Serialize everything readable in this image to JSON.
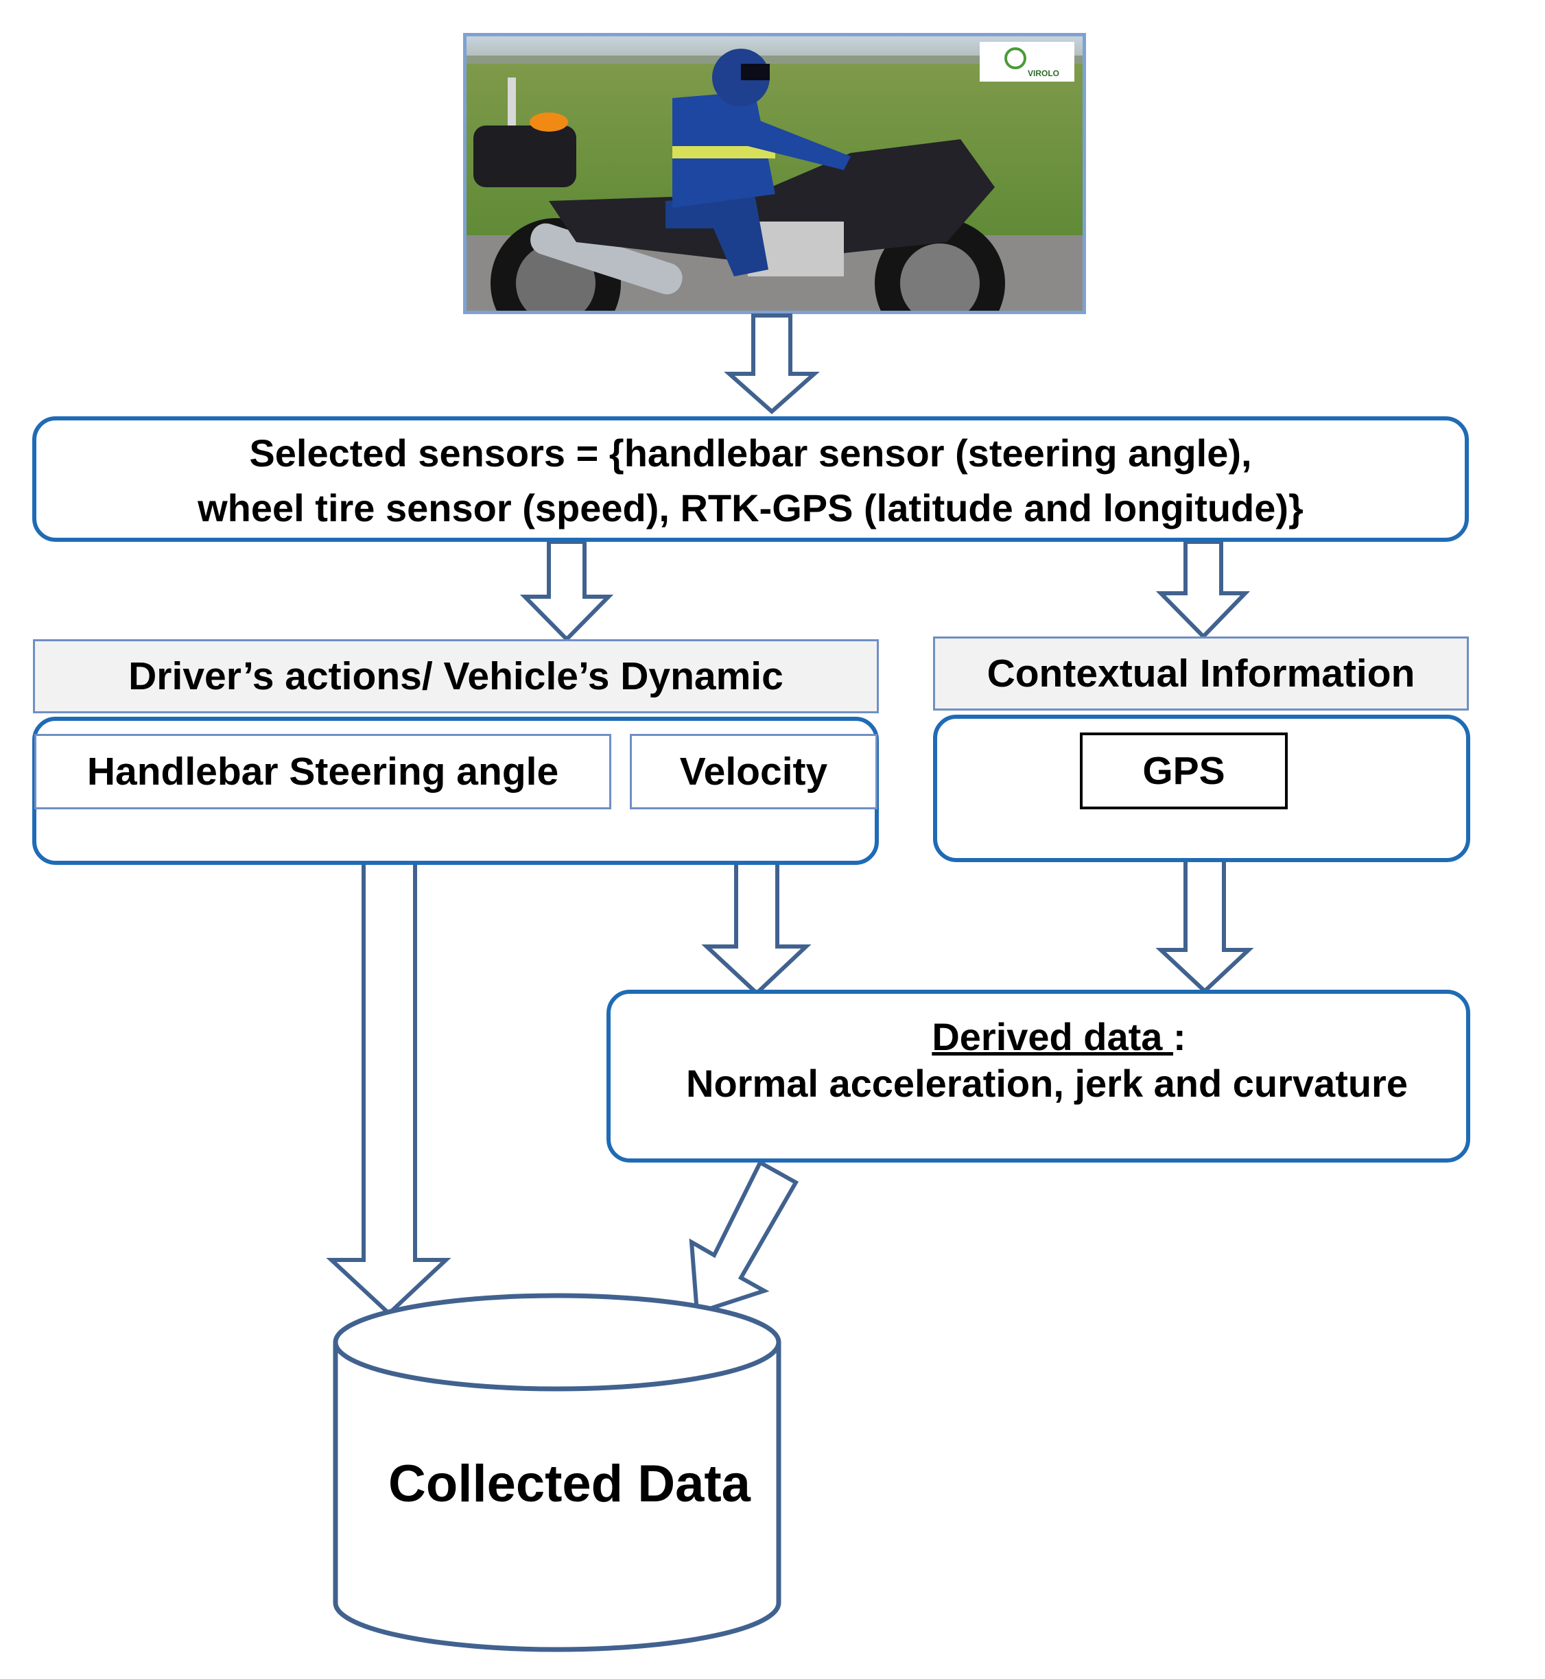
{
  "photo": {
    "logo_text": "VIROLO"
  },
  "sensors_box": {
    "line1": "Selected sensors = {handlebar sensor (steering angle),",
    "line2": "wheel tire sensor (speed), RTK-GPS (latitude and longitude)}"
  },
  "driver_group": {
    "header": "Driver’s actions/ Vehicle’s Dynamic",
    "steering": "Handlebar Steering angle",
    "velocity": "Velocity"
  },
  "context_group": {
    "header": "Contextual Information",
    "gps": "GPS"
  },
  "derived_box": {
    "title": "Derived data ",
    "colon": ":",
    "text": "Normal acceleration, jerk and curvature"
  },
  "database": {
    "label": "Collected Data"
  },
  "colors": {
    "box_border": "#1f6bb5",
    "arrow_stroke": "#41628f",
    "header_fill": "#f2f2f2"
  }
}
